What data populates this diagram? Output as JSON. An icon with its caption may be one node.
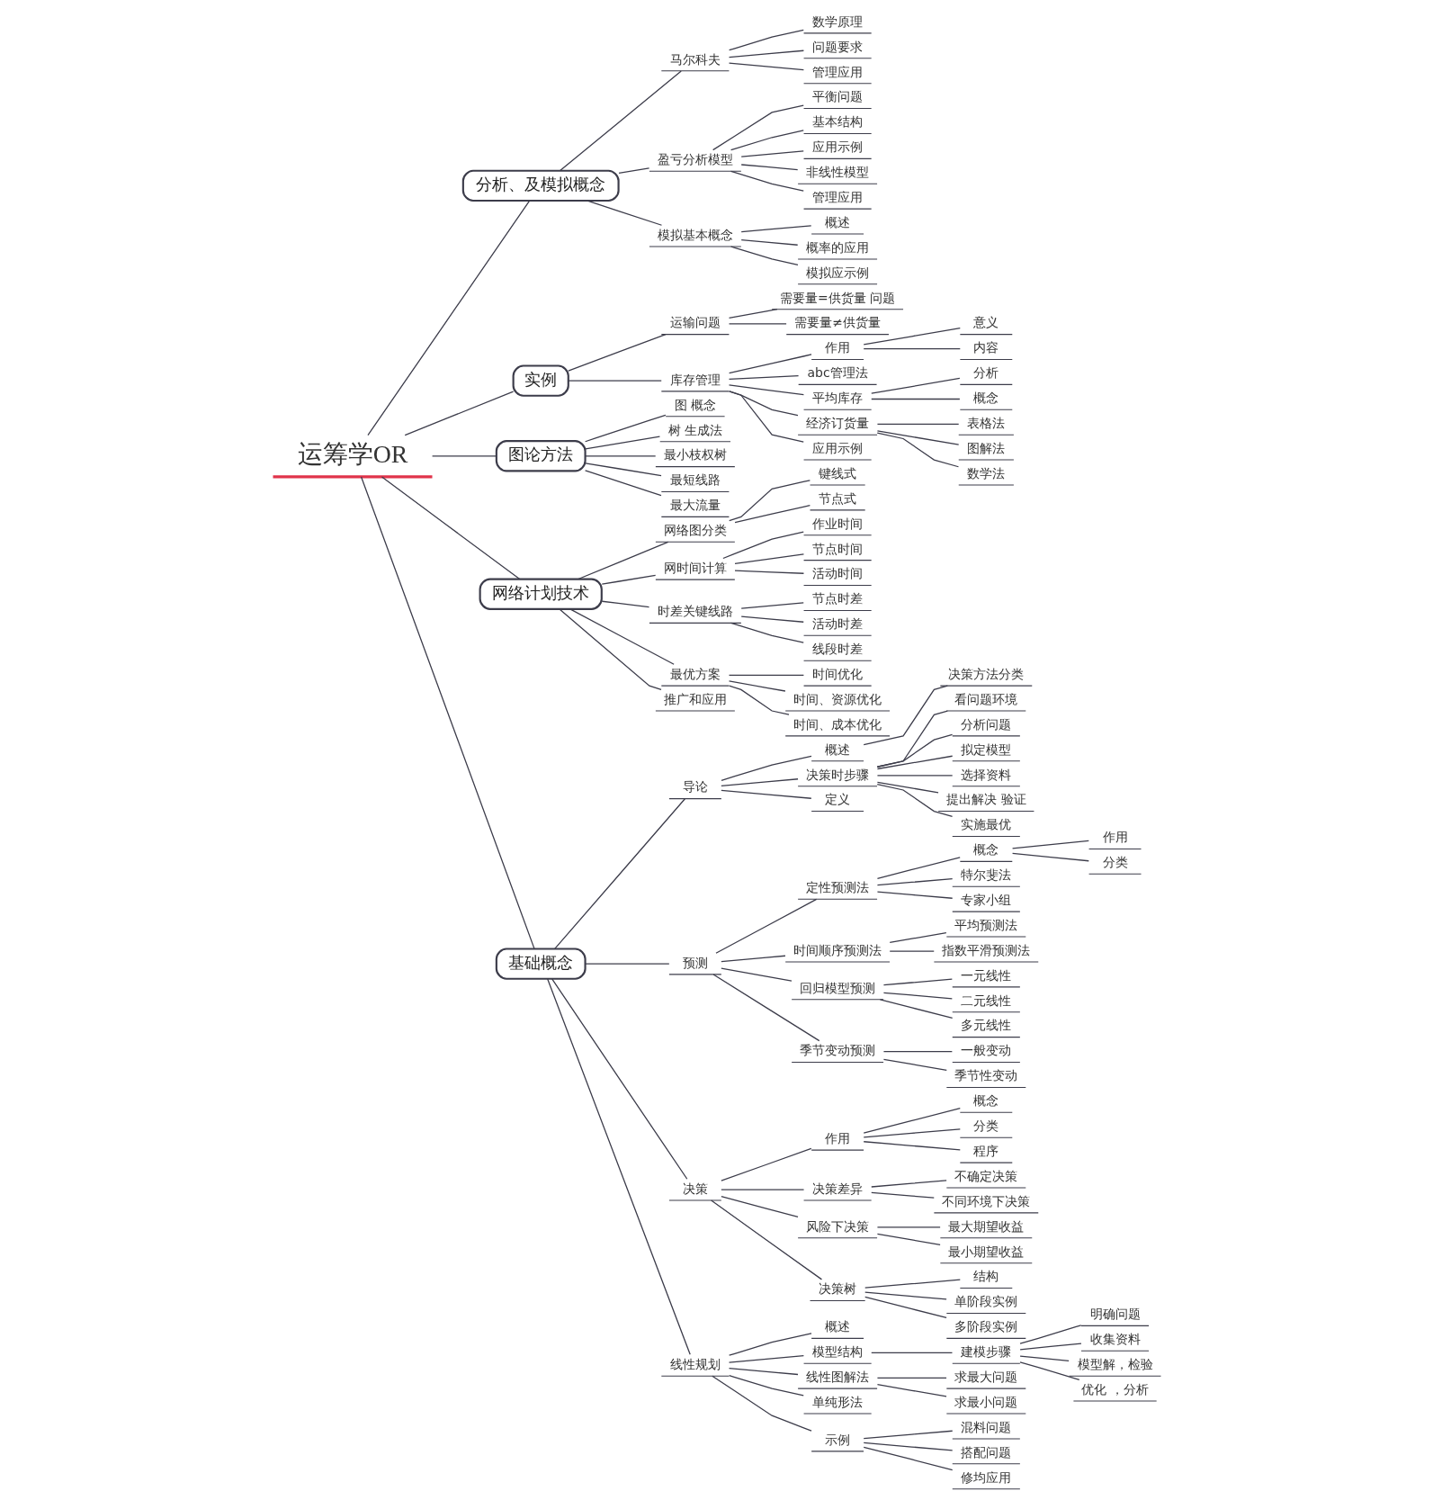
{
  "diagram": {
    "nodes": [
      {
        "text": [
          "运筹学OR"
        ]
      },
      {
        "text": [
          "分析、及模拟概念"
        ]
      },
      {
        "text": [
          "马尔科夫"
        ]
      },
      {
        "text": [
          "数学原理"
        ]
      },
      {
        "text": [
          "问题要求"
        ]
      },
      {
        "text": [
          "管理应用"
        ]
      },
      {
        "text": [
          "盈亏分析模型"
        ]
      },
      {
        "text": [
          "平衡问题"
        ]
      },
      {
        "text": [
          "基本结构"
        ]
      },
      {
        "text": [
          "应用示例"
        ]
      },
      {
        "text": [
          "非线性模型"
        ]
      },
      {
        "text": [
          "管理应用"
        ]
      },
      {
        "text": [
          "模拟基本概念"
        ]
      },
      {
        "text": [
          "概述"
        ]
      },
      {
        "text": [
          "概率的应用"
        ]
      },
      {
        "text": [
          "模拟应示例"
        ]
      },
      {
        "text": [
          "实例"
        ]
      },
      {
        "text": [
          "运输问题"
        ]
      },
      {
        "text": [
          "需要量=供货量 问题"
        ]
      },
      {
        "text": [
          "需要量≠供货量"
        ]
      },
      {
        "text": [
          "库存管理"
        ]
      },
      {
        "text": [
          "作用"
        ]
      },
      {
        "text": [
          "意义"
        ]
      },
      {
        "text": [
          "内容"
        ]
      },
      {
        "text": [
          "abc管理法"
        ]
      },
      {
        "text": [
          "平均库存"
        ]
      },
      {
        "text": [
          "分析"
        ]
      },
      {
        "text": [
          "概念"
        ]
      },
      {
        "text": [
          "经济订货量"
        ]
      },
      {
        "text": [
          "表格法"
        ]
      },
      {
        "text": [
          "图解法"
        ]
      },
      {
        "text": [
          "数学法"
        ]
      },
      {
        "text": [
          "应用示例"
        ]
      },
      {
        "text": [
          "图论方法"
        ]
      },
      {
        "text": [
          "图 概念"
        ]
      },
      {
        "text": [
          "树 生成法"
        ]
      },
      {
        "text": [
          "最小枝权树"
        ]
      },
      {
        "text": [
          "最短线路"
        ]
      },
      {
        "text": [
          "最大流量"
        ]
      },
      {
        "text": [
          "网络计划技术"
        ]
      },
      {
        "text": [
          "网络图分类"
        ]
      },
      {
        "text": [
          "键线式"
        ]
      },
      {
        "text": [
          "节点式"
        ]
      },
      {
        "text": [
          "网时间计算"
        ]
      },
      {
        "text": [
          "作业时间"
        ]
      },
      {
        "text": [
          "节点时间"
        ]
      },
      {
        "text": [
          "活动时间"
        ]
      },
      {
        "text": [
          "时差关键线路"
        ]
      },
      {
        "text": [
          "节点时差"
        ]
      },
      {
        "text": [
          "活动时差"
        ]
      },
      {
        "text": [
          "线段时差"
        ]
      },
      {
        "text": [
          "最优方案"
        ]
      },
      {
        "text": [
          "时间优化"
        ]
      },
      {
        "text": [
          "时间、资源优化"
        ]
      },
      {
        "text": [
          "时间、成本优化"
        ]
      },
      {
        "text": [
          "推广和应用"
        ]
      },
      {
        "text": [
          "基础概念"
        ]
      },
      {
        "text": [
          "导论"
        ]
      },
      {
        "text": [
          "概述"
        ]
      },
      {
        "text": [
          "决策方法分类"
        ]
      },
      {
        "text": [
          "决策时步骤"
        ]
      },
      {
        "text": [
          "看问题环境"
        ]
      },
      {
        "text": [
          "分析问题"
        ]
      },
      {
        "text": [
          "拟定模型"
        ]
      },
      {
        "text": [
          "选择资料"
        ]
      },
      {
        "text": [
          "提出解决 验证"
        ]
      },
      {
        "text": [
          "实施最优"
        ]
      },
      {
        "text": [
          "定义"
        ]
      },
      {
        "text": [
          "预测"
        ]
      },
      {
        "text": [
          "定性预测法"
        ]
      },
      {
        "text": [
          "概念"
        ]
      },
      {
        "text": [
          "作用"
        ]
      },
      {
        "text": [
          "分类"
        ]
      },
      {
        "text": [
          "特尔斐法"
        ]
      },
      {
        "text": [
          "专家小组"
        ]
      },
      {
        "text": [
          "时间顺序预测法"
        ]
      },
      {
        "text": [
          "平均预测法"
        ]
      },
      {
        "text": [
          "指数平滑预测法"
        ]
      },
      {
        "text": [
          "回归模型预测"
        ]
      },
      {
        "text": [
          "一元线性"
        ]
      },
      {
        "text": [
          "二元线性"
        ]
      },
      {
        "text": [
          "多元线性"
        ]
      },
      {
        "text": [
          "季节变动预测"
        ]
      },
      {
        "text": [
          "一般变动"
        ]
      },
      {
        "text": [
          "季节性变动"
        ]
      },
      {
        "text": [
          "决策"
        ]
      },
      {
        "text": [
          "作用"
        ]
      },
      {
        "text": [
          "概念"
        ]
      },
      {
        "text": [
          "分类"
        ]
      },
      {
        "text": [
          "程序"
        ]
      },
      {
        "text": [
          "决策差异"
        ]
      },
      {
        "text": [
          "不确定决策"
        ]
      },
      {
        "text": [
          "不同环境下决策"
        ]
      },
      {
        "text": [
          "风险下决策"
        ]
      },
      {
        "text": [
          "最大期望收益"
        ]
      },
      {
        "text": [
          "最小期望收益"
        ]
      },
      {
        "text": [
          "决策树"
        ]
      },
      {
        "text": [
          "结构"
        ]
      },
      {
        "text": [
          "单阶段实例"
        ]
      },
      {
        "text": [
          "多阶段实例"
        ]
      },
      {
        "text": [
          "线性规划"
        ]
      },
      {
        "text": [
          "概述"
        ]
      },
      {
        "text": [
          "模型结构"
        ]
      },
      {
        "text": [
          "建模步骤"
        ]
      },
      {
        "text": [
          "明确问题"
        ]
      },
      {
        "text": [
          "收集资料"
        ]
      },
      {
        "text": [
          "模型解，检验"
        ]
      },
      {
        "text": [
          "优化 ，分析"
        ]
      },
      {
        "text": [
          "线性图解法"
        ]
      },
      {
        "text": [
          "求最大问题"
        ]
      },
      {
        "text": [
          "求最小问题"
        ]
      },
      {
        "text": [
          "单纯形法"
        ]
      },
      {
        "text": [
          "示例"
        ]
      },
      {
        "text": [
          "混料问题"
        ]
      },
      {
        "text": [
          "搭配问题"
        ]
      },
      {
        "text": [
          "修均应用"
        ]
      }
    ],
    "edges": [
      {
        "from": 0,
        "to": 1,
        "arrow": "none"
      },
      {
        "from": 1,
        "to": 2,
        "arrow": "none"
      },
      {
        "from": 2,
        "to": 3,
        "arrow": "none"
      },
      {
        "from": 2,
        "to": 4,
        "arrow": "none"
      },
      {
        "from": 2,
        "to": 5,
        "arrow": "none"
      },
      {
        "from": 1,
        "to": 6,
        "arrow": "none"
      },
      {
        "from": 6,
        "to": 7,
        "arrow": "none"
      },
      {
        "from": 6,
        "to": 8,
        "arrow": "none"
      },
      {
        "from": 6,
        "to": 9,
        "arrow": "none"
      },
      {
        "from": 6,
        "to": 10,
        "arrow": "none"
      },
      {
        "from": 6,
        "to": 11,
        "arrow": "none"
      },
      {
        "from": 1,
        "to": 12,
        "arrow": "none"
      },
      {
        "from": 12,
        "to": 13,
        "arrow": "none"
      },
      {
        "from": 12,
        "to": 14,
        "arrow": "none"
      },
      {
        "from": 12,
        "to": 15,
        "arrow": "none"
      },
      {
        "from": 0,
        "to": 16,
        "arrow": "none"
      },
      {
        "from": 16,
        "to": 17,
        "arrow": "none"
      },
      {
        "from": 17,
        "to": 18,
        "arrow": "none"
      },
      {
        "from": 17,
        "to": 19,
        "arrow": "none"
      },
      {
        "from": 16,
        "to": 20,
        "arrow": "none"
      },
      {
        "from": 20,
        "to": 21,
        "arrow": "none"
      },
      {
        "from": 21,
        "to": 22,
        "arrow": "none"
      },
      {
        "from": 21,
        "to": 23,
        "arrow": "none"
      },
      {
        "from": 20,
        "to": 24,
        "arrow": "none"
      },
      {
        "from": 20,
        "to": 25,
        "arrow": "none"
      },
      {
        "from": 25,
        "to": 26,
        "arrow": "none"
      },
      {
        "from": 25,
        "to": 27,
        "arrow": "none"
      },
      {
        "from": 20,
        "to": 28,
        "arrow": "none"
      },
      {
        "from": 28,
        "to": 29,
        "arrow": "none"
      },
      {
        "from": 28,
        "to": 30,
        "arrow": "none"
      },
      {
        "from": 28,
        "to": 31,
        "arrow": "none"
      },
      {
        "from": 20,
        "to": 32,
        "arrow": "none"
      },
      {
        "from": 0,
        "to": 33,
        "arrow": "none"
      },
      {
        "from": 33,
        "to": 34,
        "arrow": "none"
      },
      {
        "from": 33,
        "to": 35,
        "arrow": "none"
      },
      {
        "from": 33,
        "to": 36,
        "arrow": "none"
      },
      {
        "from": 33,
        "to": 37,
        "arrow": "none"
      },
      {
        "from": 33,
        "to": 38,
        "arrow": "none"
      },
      {
        "from": 0,
        "to": 39,
        "arrow": "none"
      },
      {
        "from": 39,
        "to": 40,
        "arrow": "none"
      },
      {
        "from": 40,
        "to": 41,
        "arrow": "none"
      },
      {
        "from": 40,
        "to": 42,
        "arrow": "none"
      },
      {
        "from": 39,
        "to": 43,
        "arrow": "none"
      },
      {
        "from": 43,
        "to": 44,
        "arrow": "none"
      },
      {
        "from": 43,
        "to": 45,
        "arrow": "none"
      },
      {
        "from": 43,
        "to": 46,
        "arrow": "none"
      },
      {
        "from": 39,
        "to": 47,
        "arrow": "none"
      },
      {
        "from": 47,
        "to": 48,
        "arrow": "none"
      },
      {
        "from": 47,
        "to": 49,
        "arrow": "none"
      },
      {
        "from": 47,
        "to": 50,
        "arrow": "none"
      },
      {
        "from": 39,
        "to": 51,
        "arrow": "none"
      },
      {
        "from": 51,
        "to": 52,
        "arrow": "none"
      },
      {
        "from": 51,
        "to": 53,
        "arrow": "none"
      },
      {
        "from": 51,
        "to": 54,
        "arrow": "none"
      },
      {
        "from": 39,
        "to": 55,
        "arrow": "none"
      },
      {
        "from": 0,
        "to": 56,
        "arrow": "none"
      },
      {
        "from": 56,
        "to": 57,
        "arrow": "none"
      },
      {
        "from": 57,
        "to": 58,
        "arrow": "none"
      },
      {
        "from": 58,
        "to": 59,
        "arrow": "none"
      },
      {
        "from": 57,
        "to": 60,
        "arrow": "none"
      },
      {
        "from": 60,
        "to": 61,
        "arrow": "none"
      },
      {
        "from": 60,
        "to": 62,
        "arrow": "none"
      },
      {
        "from": 60,
        "to": 63,
        "arrow": "none"
      },
      {
        "from": 60,
        "to": 64,
        "arrow": "none"
      },
      {
        "from": 60,
        "to": 65,
        "arrow": "none"
      },
      {
        "from": 60,
        "to": 66,
        "arrow": "none"
      },
      {
        "from": 57,
        "to": 67,
        "arrow": "none"
      },
      {
        "from": 56,
        "to": 68,
        "arrow": "none"
      },
      {
        "from": 68,
        "to": 69,
        "arrow": "none"
      },
      {
        "from": 69,
        "to": 70,
        "arrow": "none"
      },
      {
        "from": 70,
        "to": 71,
        "arrow": "none"
      },
      {
        "from": 70,
        "to": 72,
        "arrow": "none"
      },
      {
        "from": 69,
        "to": 73,
        "arrow": "none"
      },
      {
        "from": 69,
        "to": 74,
        "arrow": "none"
      },
      {
        "from": 68,
        "to": 75,
        "arrow": "none"
      },
      {
        "from": 75,
        "to": 76,
        "arrow": "none"
      },
      {
        "from": 75,
        "to": 77,
        "arrow": "none"
      },
      {
        "from": 68,
        "to": 78,
        "arrow": "none"
      },
      {
        "from": 78,
        "to": 79,
        "arrow": "none"
      },
      {
        "from": 78,
        "to": 80,
        "arrow": "none"
      },
      {
        "from": 78,
        "to": 81,
        "arrow": "none"
      },
      {
        "from": 68,
        "to": 82,
        "arrow": "none"
      },
      {
        "from": 82,
        "to": 83,
        "arrow": "none"
      },
      {
        "from": 82,
        "to": 84,
        "arrow": "none"
      },
      {
        "from": 56,
        "to": 85,
        "arrow": "none"
      },
      {
        "from": 85,
        "to": 86,
        "arrow": "none"
      },
      {
        "from": 86,
        "to": 87,
        "arrow": "none"
      },
      {
        "from": 86,
        "to": 88,
        "arrow": "none"
      },
      {
        "from": 86,
        "to": 89,
        "arrow": "none"
      },
      {
        "from": 85,
        "to": 90,
        "arrow": "none"
      },
      {
        "from": 90,
        "to": 91,
        "arrow": "none"
      },
      {
        "from": 90,
        "to": 92,
        "arrow": "none"
      },
      {
        "from": 85,
        "to": 93,
        "arrow": "none"
      },
      {
        "from": 93,
        "to": 94,
        "arrow": "none"
      },
      {
        "from": 93,
        "to": 95,
        "arrow": "none"
      },
      {
        "from": 85,
        "to": 96,
        "arrow": "none"
      },
      {
        "from": 96,
        "to": 97,
        "arrow": "none"
      },
      {
        "from": 96,
        "to": 98,
        "arrow": "none"
      },
      {
        "from": 96,
        "to": 99,
        "arrow": "none"
      },
      {
        "from": 56,
        "to": 100,
        "arrow": "none"
      },
      {
        "from": 100,
        "to": 101,
        "arrow": "none"
      },
      {
        "from": 100,
        "to": 102,
        "arrow": "none"
      },
      {
        "from": 102,
        "to": 103,
        "arrow": "none"
      },
      {
        "from": 103,
        "to": 104,
        "arrow": "none"
      },
      {
        "from": 103,
        "to": 105,
        "arrow": "none"
      },
      {
        "from": 103,
        "to": 106,
        "arrow": "none"
      },
      {
        "from": 103,
        "to": 107,
        "arrow": "none"
      },
      {
        "from": 100,
        "to": 108,
        "arrow": "none"
      },
      {
        "from": 108,
        "to": 109,
        "arrow": "none"
      },
      {
        "from": 108,
        "to": 110,
        "arrow": "none"
      },
      {
        "from": 100,
        "to": 111,
        "arrow": "none"
      },
      {
        "from": 100,
        "to": 112,
        "arrow": "none"
      },
      {
        "from": 112,
        "to": 113,
        "arrow": "none"
      },
      {
        "from": 112,
        "to": 114,
        "arrow": "none"
      },
      {
        "from": 112,
        "to": 115,
        "arrow": "none"
      }
    ]
  }
}
